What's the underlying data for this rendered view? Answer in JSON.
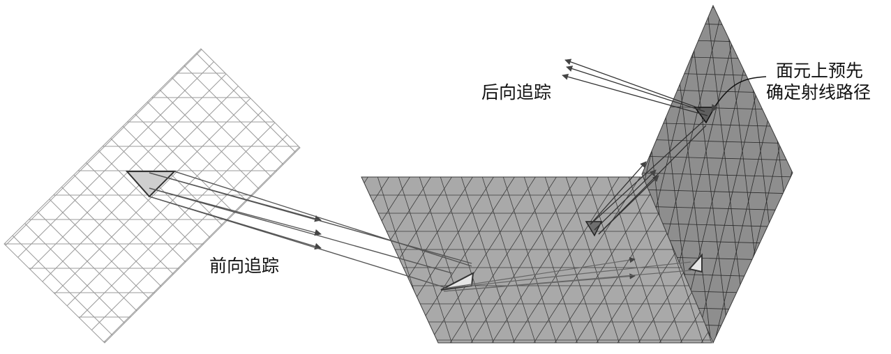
{
  "labels": {
    "forward_tracing": "前向追踪",
    "backward_tracing": "后向追踪",
    "precomputed_line1": "面元上预先",
    "precomputed_line2": "确定射线路径"
  },
  "colors": {
    "grid_line": "#9a9a9a",
    "wall_fill": "#8e8e8e",
    "floor_fill": "#a9a9a9",
    "mesh_line": "#3a3a3a",
    "ray_color": "#555555",
    "source_patch": "#cfcfcf",
    "receiver_patch": "#e6e6e6",
    "dark_patch": "#6f6f6f"
  }
}
